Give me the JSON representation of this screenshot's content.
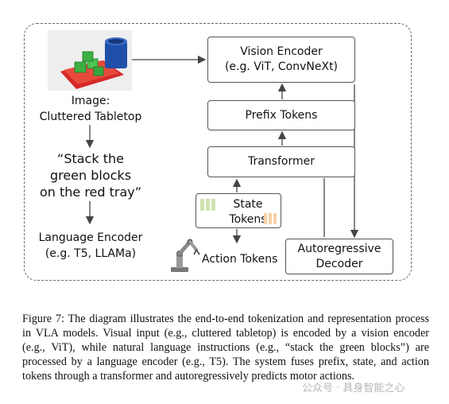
{
  "image_label": {
    "line1": "Image:",
    "line2": "Cluttered Tabletop"
  },
  "instruction": {
    "line1": "“Stack the",
    "line2": "green blocks",
    "line3": "on the red tray”"
  },
  "language_encoder": {
    "line1": "Language Encoder",
    "line2": "(e.g. T5, LLAMa)"
  },
  "vision_encoder": {
    "line1": "Vision Encoder",
    "line2": "(e.g. ViT, ConvNeXt)"
  },
  "prefix_tokens": "Prefix Tokens",
  "transformer": "Transformer",
  "state_tokens": {
    "line1": "State",
    "line2": "Tokens"
  },
  "action_tokens": "Action Tokens",
  "autoregressive_decoder": {
    "line1": "Autoregressive",
    "line2": "Decoder"
  },
  "caption": "Figure 7: The diagram illustrates the end-to-end tokenization and representation process in VLA models. Visual input (e.g., cluttered tabletop) is encoded by a vision encoder (e.g., ViT), while natural language instructions (e.g., “stack the green blocks”) are processed by a language encoder (e.g., T5). The system fuses prefix, state, and action tokens through a transformer and autoregressively predicts motor actions.",
  "watermark": "公众号 · 具身智能之心",
  "colors": {
    "state_token_green": "#cfe3b0",
    "state_token_orange": "#f6d2a8",
    "tray_red": "#d62828",
    "block_green": "#3cb043",
    "cup_blue": "#1f4fa8"
  }
}
